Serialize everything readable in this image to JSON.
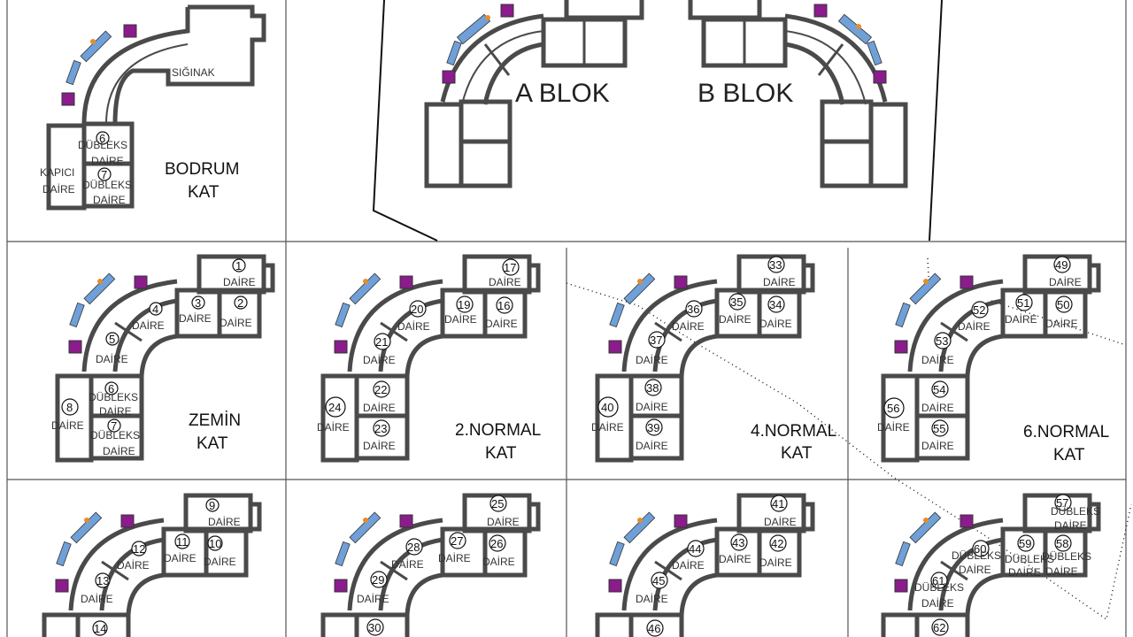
{
  "blocks": {
    "a": "A BLOK",
    "b": "B BLOK"
  },
  "colors": {
    "stair": "#8a1c8c",
    "balcony": "#6fa0d8",
    "accent": "#e88b2a",
    "wall": "#4a4a4a"
  },
  "panels": {
    "bodrum": {
      "title1": "BODRUM",
      "title2": "KAT",
      "siginak": "SIĞINAK",
      "u6": {
        "num": "6",
        "line1": "DÜBLEKS",
        "line2": "DAİRE"
      },
      "u7": {
        "num": "7",
        "line1": "DÜBLEKS",
        "line2": "DAİRE"
      },
      "kapici": {
        "line1": "KAPICI",
        "line2": "DAİRE"
      }
    },
    "zemin": {
      "title1": "ZEMİN",
      "title2": "KAT",
      "u1": "1",
      "u2": "2",
      "u3": "3",
      "u4": "4",
      "u5": "5",
      "u6": "6",
      "u7": "7",
      "u8": "8",
      "daire": "DAİRE",
      "dubleks": "DÜBLEKS"
    },
    "n2": {
      "title1": "2.NORMAL",
      "title2": "KAT",
      "units": [
        "17",
        "16",
        "19",
        "20",
        "21",
        "22",
        "23",
        "24"
      ],
      "daire": "DAİRE"
    },
    "n4": {
      "title1": "4.NORMAL",
      "title2": "KAT",
      "units": [
        "33",
        "34",
        "35",
        "36",
        "37",
        "38",
        "39",
        "40"
      ],
      "daire": "DAİRE"
    },
    "n6": {
      "title1": "6.NORMAL",
      "title2": "KAT",
      "units": [
        "49",
        "50",
        "51",
        "52",
        "53",
        "54",
        "55",
        "56"
      ],
      "daire": "DAİRE"
    },
    "n1": {
      "units": [
        "9",
        "10",
        "11",
        "12",
        "13",
        "14"
      ],
      "daire": "DAİRE"
    },
    "n3": {
      "units": [
        "25",
        "26",
        "27",
        "28",
        "29",
        "30"
      ],
      "daire": "DAİRE"
    },
    "n5": {
      "units": [
        "41",
        "42",
        "43",
        "44",
        "45",
        "46"
      ],
      "daire": "DAİRE"
    },
    "n7": {
      "units": [
        "57",
        "58",
        "59",
        "60",
        "61",
        "62"
      ],
      "dubleks": "DÜBLEKS",
      "daire": "DAİRE"
    }
  }
}
